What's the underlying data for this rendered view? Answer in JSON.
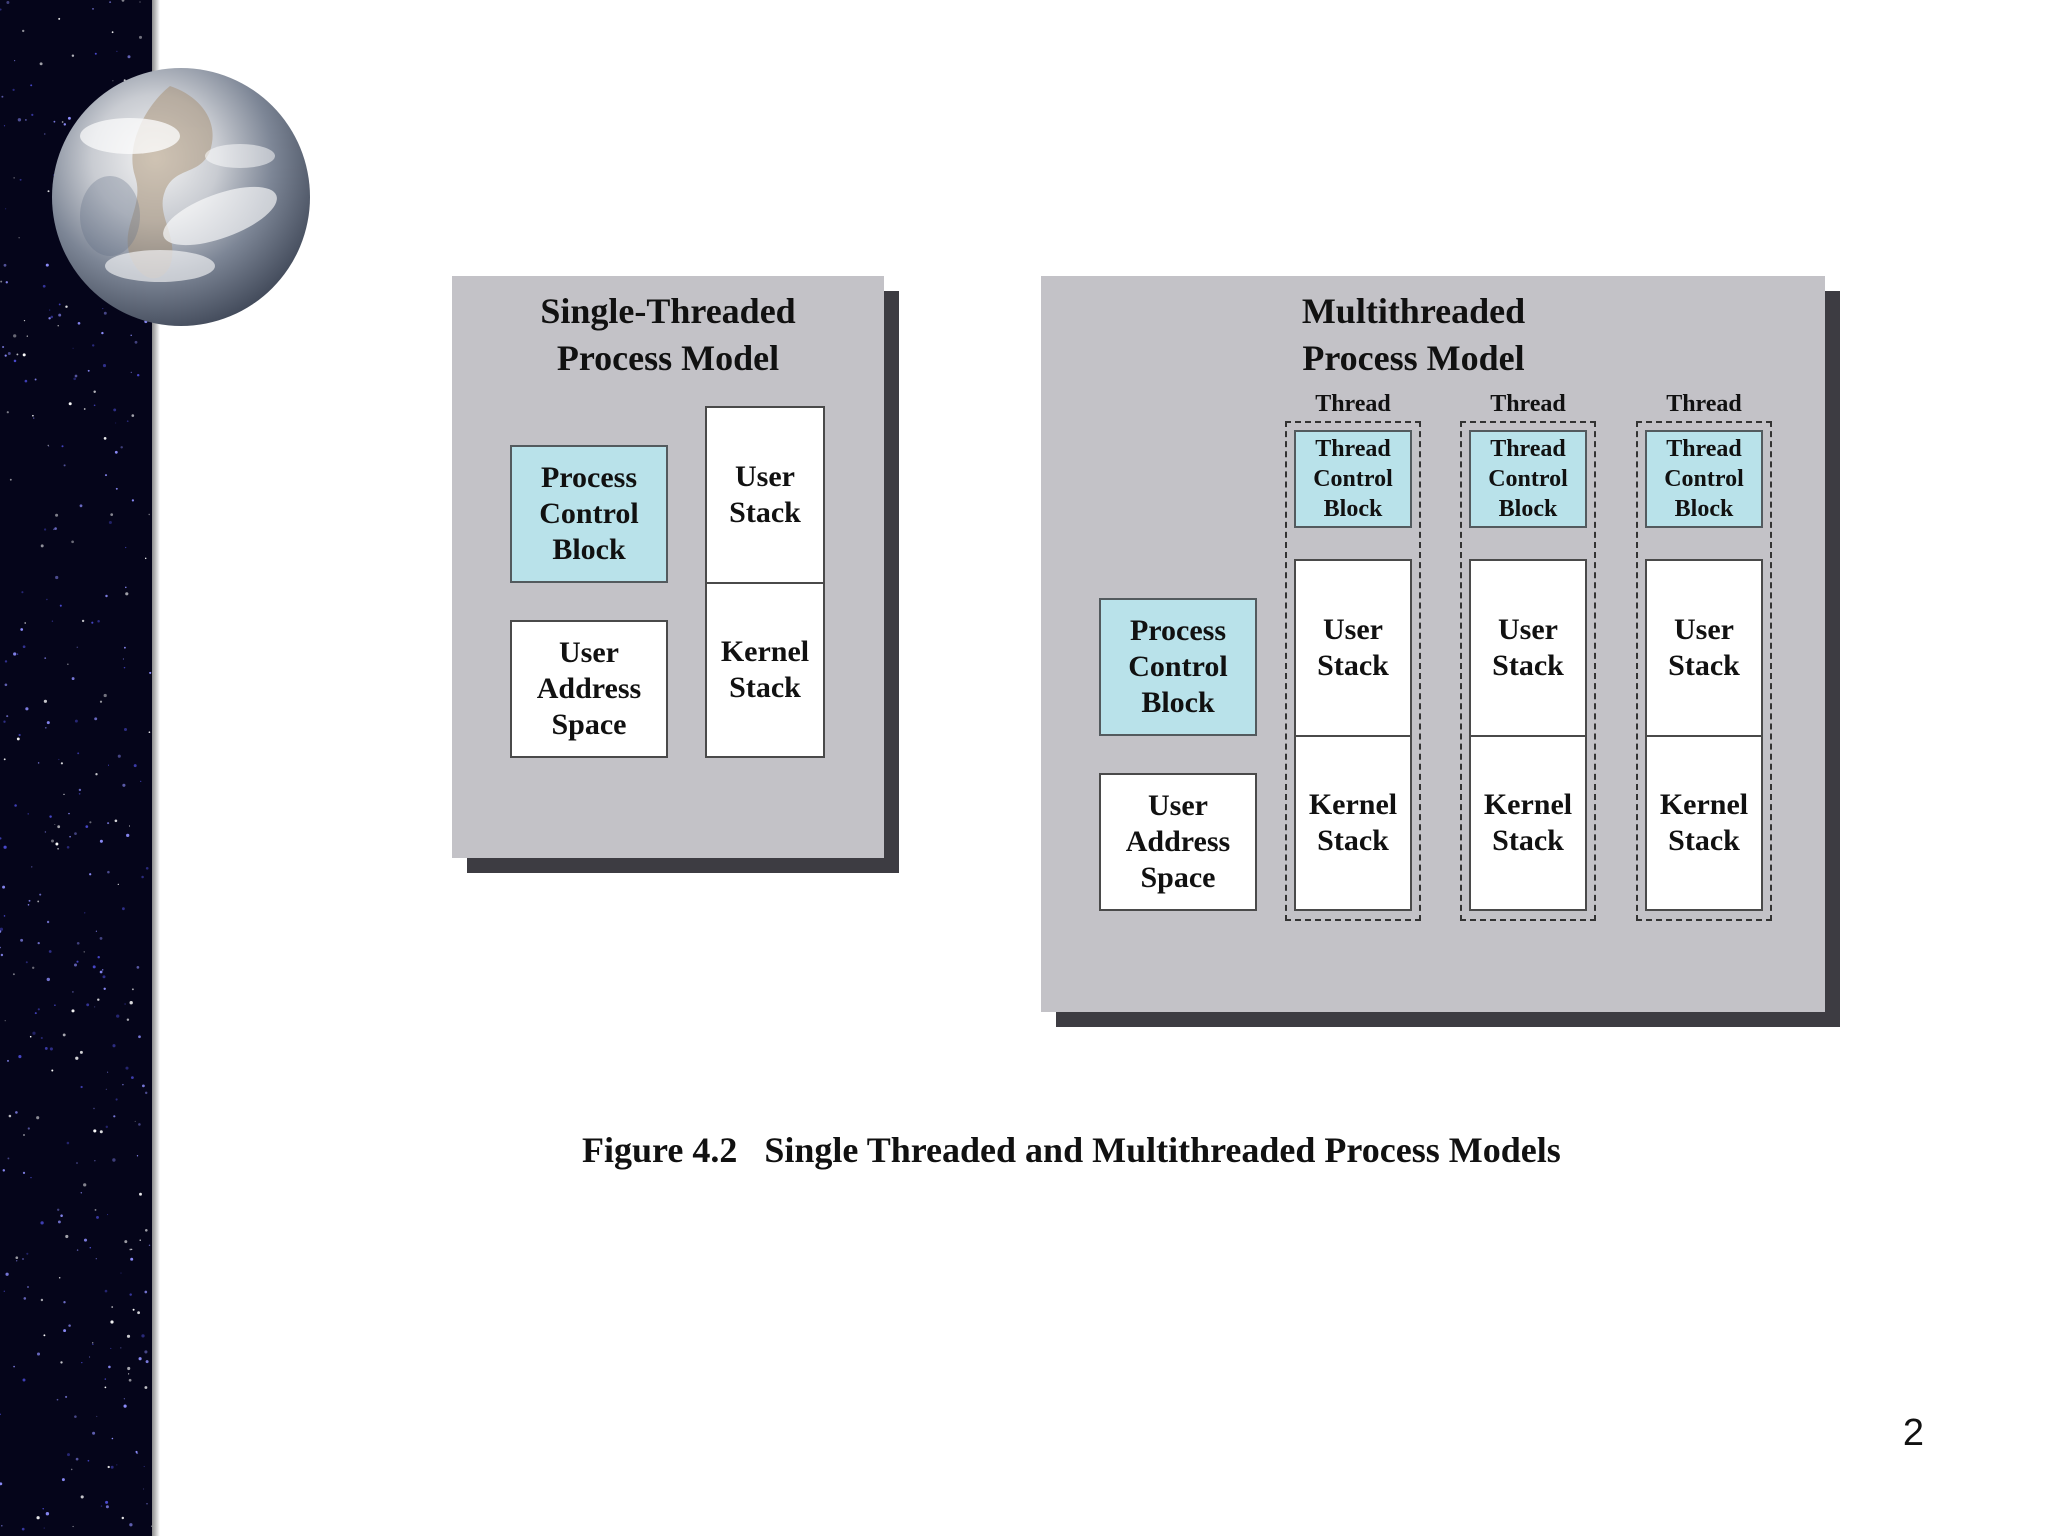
{
  "single": {
    "title_1": "Single-Threaded",
    "title_2": "Process Model",
    "pcb": [
      "Process",
      "Control",
      "Block"
    ],
    "uas": [
      "User",
      "Address",
      "Space"
    ],
    "user_stack": [
      "User",
      "Stack"
    ],
    "kernel_stack": [
      "Kernel",
      "Stack"
    ]
  },
  "multi": {
    "title_1": "Multithreaded",
    "title_2": "Process Model",
    "pcb": [
      "Process",
      "Control",
      "Block"
    ],
    "uas": [
      "User",
      "Address",
      "Space"
    ],
    "threads": [
      {
        "label": "Thread",
        "tcb": [
          "Thread",
          "Control",
          "Block"
        ],
        "user_stack": [
          "User",
          "Stack"
        ],
        "kernel_stack": [
          "Kernel",
          "Stack"
        ]
      },
      {
        "label": "Thread",
        "tcb": [
          "Thread",
          "Control",
          "Block"
        ],
        "user_stack": [
          "User",
          "Stack"
        ],
        "kernel_stack": [
          "Kernel",
          "Stack"
        ]
      },
      {
        "label": "Thread",
        "tcb": [
          "Thread",
          "Control",
          "Block"
        ],
        "user_stack": [
          "User",
          "Stack"
        ],
        "kernel_stack": [
          "Kernel",
          "Stack"
        ]
      }
    ]
  },
  "caption": "Figure 4.2   Single Threaded and Multithreaded Process Models",
  "slide_number": "2",
  "colors": {
    "panel": "#c3c2c7",
    "panel_shadow": "#3d3c42",
    "control_block": "#b9e2ea",
    "starfield": "#05051a"
  }
}
